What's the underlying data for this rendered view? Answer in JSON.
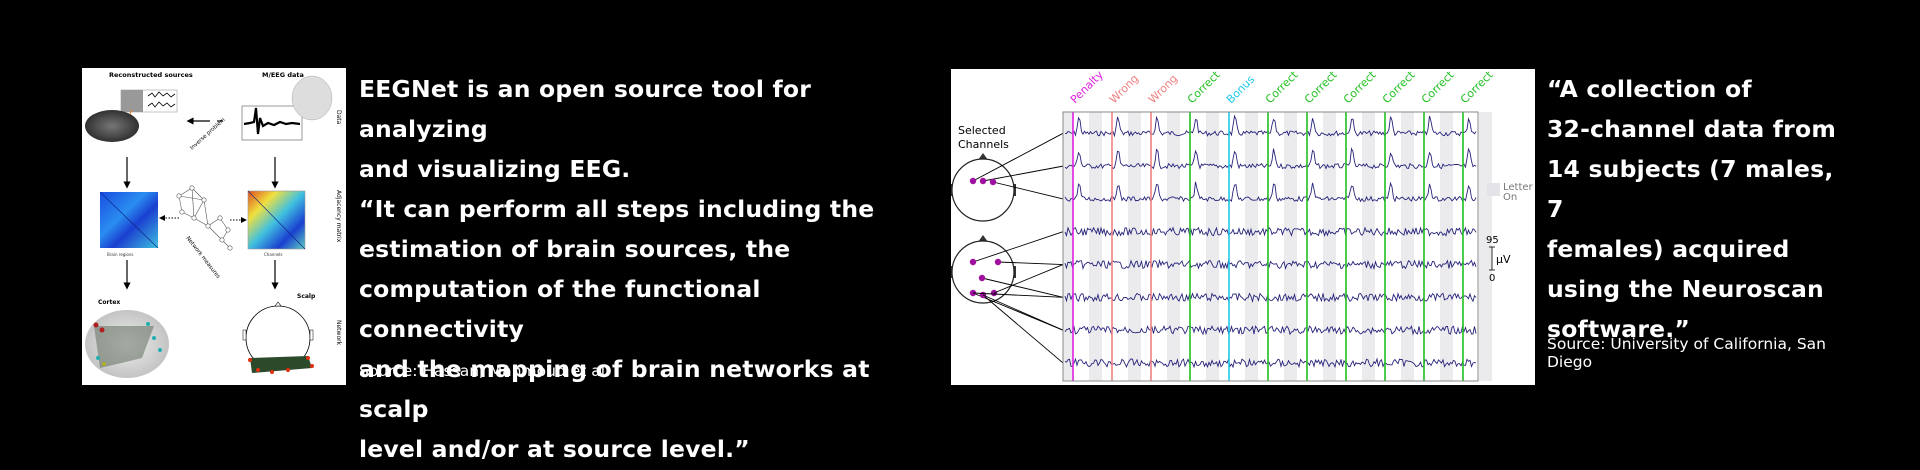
{
  "left_panel": {
    "figure": {
      "title_left": "Reconstructed sources",
      "title_right": "M/EEG data",
      "arrow_label_inverse": "Inverse problem",
      "row_label_data": "Data",
      "row_label_adjacency": "Adjacency matrix",
      "row_label_network": "Network",
      "matrix_label_left": "Brain regions",
      "matrix_label_right": "Channels",
      "network_measures_label": "Network measures",
      "cortex_label": "Cortex",
      "scalp_label": "Scalp"
    },
    "quote_lines": [
      "EEGNet is an open source tool for analyzing",
      "and visualizing EEG.",
      "“It can perform all steps including the",
      "estimation of brain sources, the",
      "computation of the functional connectivity",
      "and the mapping of brain networks at scalp",
      "level and/or at source level.”"
    ],
    "source": "Source: Hassan, Mahmoud et al."
  },
  "right_panel": {
    "figure": {
      "selected_channels_label": "Selected\nChannels",
      "legend_letter_on": "Letter\nOn",
      "scale_top": "95",
      "scale_bottom": "0",
      "scale_unit": "μV",
      "event_markers": [
        {
          "label": "Penalty",
          "color": "#e020e0"
        },
        {
          "label": "Wrong",
          "color": "#f08080"
        },
        {
          "label": "Wrong",
          "color": "#f08080"
        },
        {
          "label": "Correct",
          "color": "#20c020"
        },
        {
          "label": "Bonus",
          "color": "#20c8e8"
        },
        {
          "label": "Correct",
          "color": "#20c020"
        },
        {
          "label": "Correct",
          "color": "#20c020"
        },
        {
          "label": "Correct",
          "color": "#20c020"
        },
        {
          "label": "Correct",
          "color": "#20c020"
        },
        {
          "label": "Correct",
          "color": "#20c020"
        },
        {
          "label": "Correct",
          "color": "#20c020"
        }
      ],
      "channel_count": 8,
      "trace_color": "#28247a",
      "electrode_color": "#a010a0"
    },
    "quote_lines": [
      "“A collection of",
      "32-channel data from",
      "14 subjects (7 males, 7",
      "females) acquired",
      "using the Neuroscan",
      "software.”"
    ],
    "source": "Source: University of California, San Diego"
  }
}
